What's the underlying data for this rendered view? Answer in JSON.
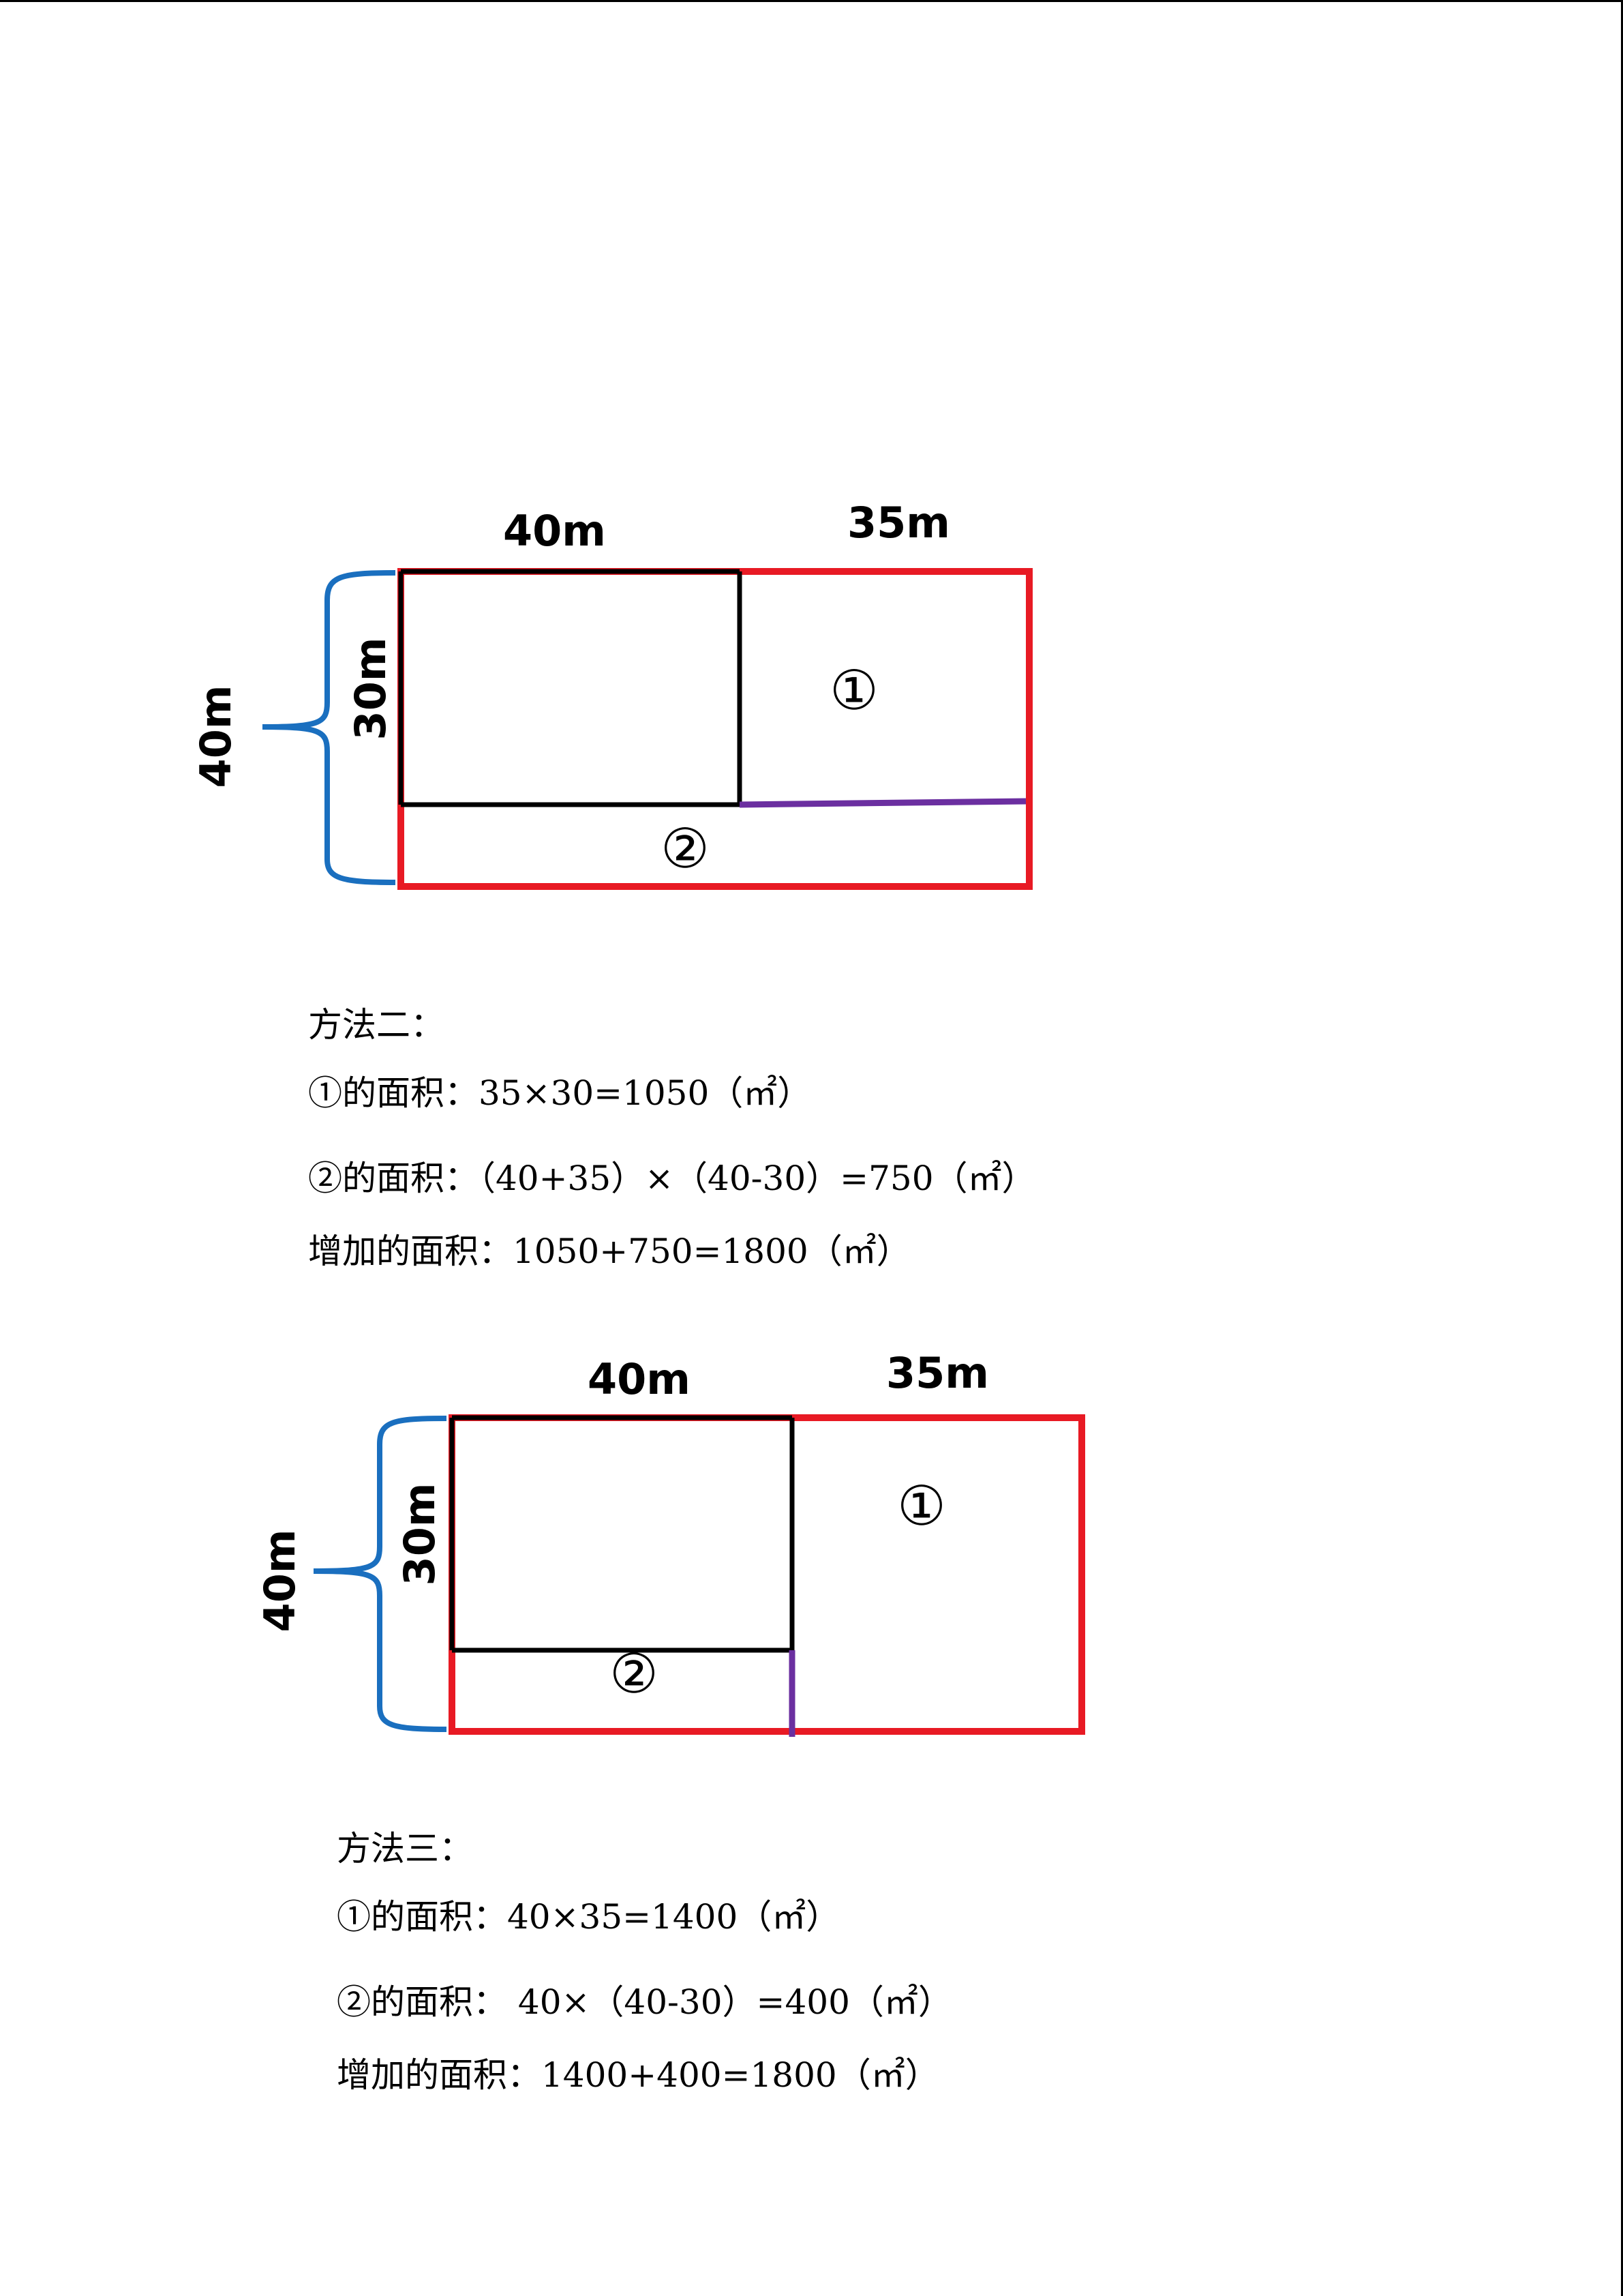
{
  "diagrams": [
    {
      "top_width_left": "40m",
      "top_width_right": "35m",
      "inner_height": "30m",
      "outer_height": "40m",
      "region_1": "①",
      "region_2": "②"
    },
    {
      "top_width_left": "40m",
      "top_width_right": "35m",
      "inner_height": "30m",
      "outer_height": "40m",
      "region_1": "①",
      "region_2": "②"
    }
  ],
  "method2": {
    "title": "方法二：",
    "line1": "①的面积：35×30=1050（㎡）",
    "line2": "②的面积：（40+35）×（40-30）=750（㎡）",
    "line3": "增加的面积：1050+750=1800（㎡）"
  },
  "method3": {
    "title": "方法三：",
    "line1": "①的面积：40×35=1400（㎡）",
    "line2": "②的面积： 40×（40-30）=400（㎡）",
    "line3": "增加的面积：1400+400=1800（㎡）"
  },
  "colors": {
    "original": "#000000",
    "expanded": "#e81a24",
    "brace": "#1a6fbf",
    "divider": "#6b2fa0"
  }
}
